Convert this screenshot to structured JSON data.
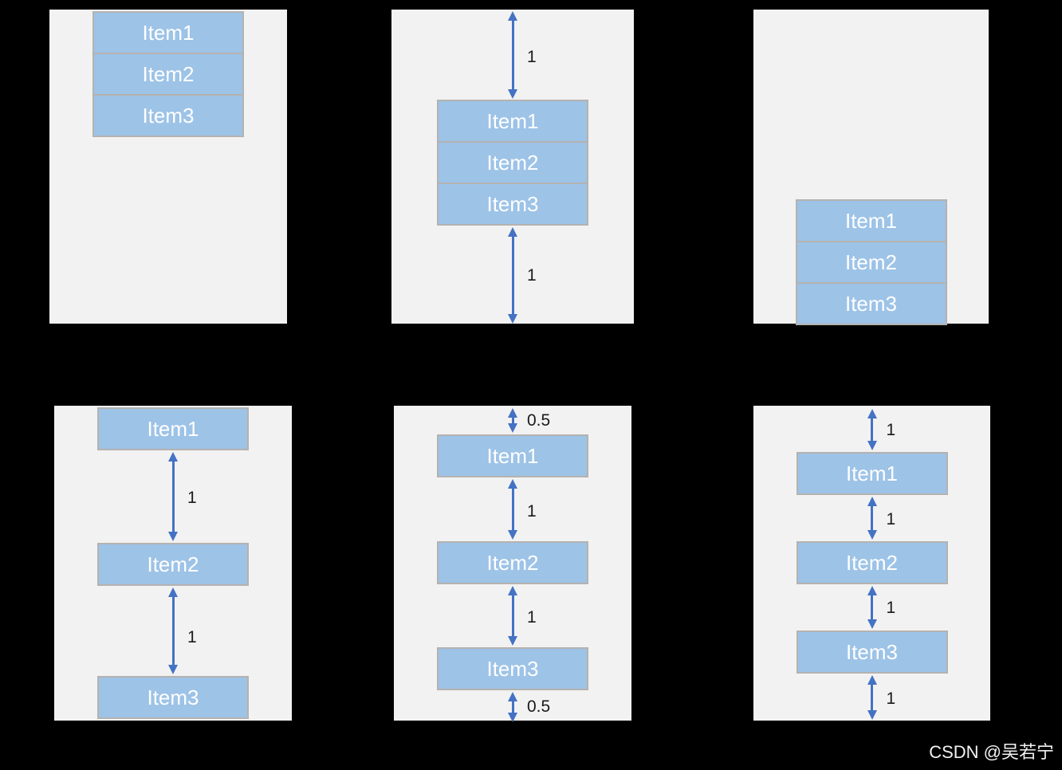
{
  "watermark": {
    "text": "CSDN @吴若宁"
  },
  "colors": {
    "background": "#000000",
    "panel": "#F2F2F2",
    "item_fill": "#9DC3E7",
    "item_border": "#B5B2B0",
    "arrow": "#4472C4",
    "spacing_label": "#1A1A1A",
    "item_text": "#FFFFFF",
    "watermark_text": "#F2F2F2"
  },
  "panels": [
    {
      "items": [
        "Item1",
        "Item2",
        "Item3"
      ],
      "arrow_labels": []
    },
    {
      "items": [
        "Item1",
        "Item2",
        "Item3"
      ],
      "arrow_labels": [
        "1",
        "1"
      ]
    },
    {
      "items": [
        "Item1",
        "Item2",
        "Item3"
      ],
      "arrow_labels": []
    },
    {
      "items": [
        "Item1",
        "Item2",
        "Item3"
      ],
      "arrow_labels": [
        "1",
        "1"
      ]
    },
    {
      "items": [
        "Item1",
        "Item2",
        "Item3"
      ],
      "arrow_labels": [
        "0.5",
        "1",
        "1",
        "0.5"
      ]
    },
    {
      "items": [
        "Item1",
        "Item2",
        "Item3"
      ],
      "arrow_labels": [
        "1",
        "1",
        "1",
        "1"
      ]
    }
  ]
}
